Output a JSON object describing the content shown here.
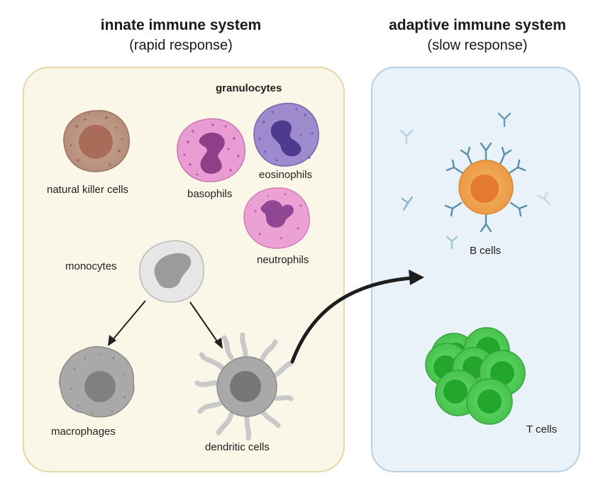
{
  "innate": {
    "title": "innate immune system",
    "subtitle": "(rapid response)",
    "group_label": "granulocytes",
    "cells": {
      "nk": "natural killer cells",
      "basophils": "basophils",
      "eosinophils": "eosinophils",
      "neutrophils": "neutrophils",
      "monocytes": "monocytes",
      "macrophages": "macrophages",
      "dendritic": "dendritic cells"
    }
  },
  "adaptive": {
    "title": "adaptive immune system",
    "subtitle": "(slow response)",
    "cells": {
      "b_cells": "B cells",
      "t_cells": "T cells"
    }
  },
  "colors": {
    "innate_panel_fill": "#fbf7e8",
    "innate_panel_border": "#e3d9a6",
    "adaptive_panel_fill": "#e9f2f8",
    "adaptive_panel_border": "#b9cfe2",
    "nk": "#c39a88",
    "basophil": "#e79bd2",
    "eosinophil": "#9c8acd",
    "neutrophil": "#ea9fd2",
    "monocyte": "#e3e3e3",
    "macrophage": "#a8a8a8",
    "dendritic": "#a9a9a9",
    "b_cell": "#f0a04b",
    "t_cell": "#4fcf56",
    "antibody": "#5a8fae"
  }
}
